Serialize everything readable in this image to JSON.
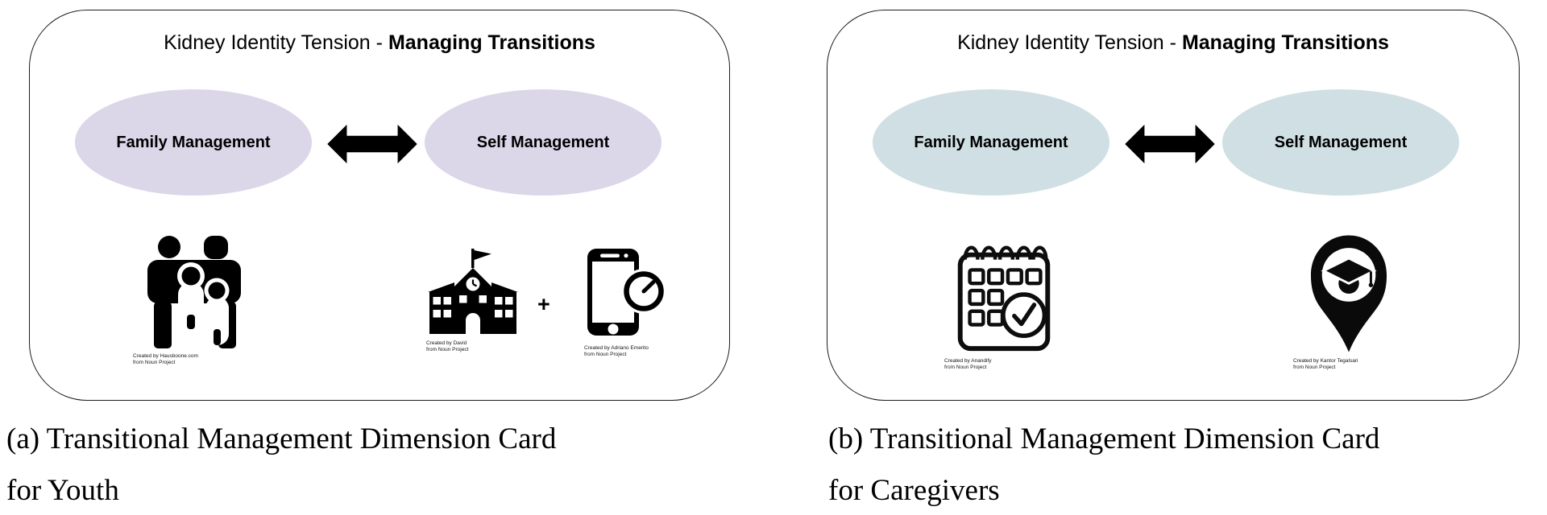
{
  "figure": {
    "background": "#ffffff",
    "cards": [
      {
        "title": {
          "regular": "Kidney Identity Tension - ",
          "bold": "Managing Transitions"
        },
        "ellipse_fill": "#dcd6e9",
        "left_ellipse_label": "Family Management",
        "right_ellipse_label": "Self Management",
        "plus_sign": "+",
        "credits": {
          "family": [
            "Created by Hausboone.com",
            "from Noun Project"
          ],
          "school": [
            "Created by David",
            "from Noun Project"
          ],
          "phone": [
            "Created by Adriano Emerito",
            "from Noun Project"
          ]
        },
        "caption": {
          "line1": "(a) Transitional Management Dimension Card",
          "line2": "for Youth"
        }
      },
      {
        "title": {
          "regular": "Kidney Identity Tension - ",
          "bold": "Managing Transitions"
        },
        "ellipse_fill": "#cfdfe3",
        "left_ellipse_label": "Family Management",
        "right_ellipse_label": "Self Management",
        "credits": {
          "calendar": [
            "Created by Anandify",
            "from Noun Project"
          ],
          "grad_pin": [
            "Created by Kantor Tegalsari",
            "from Noun Project"
          ]
        },
        "caption": {
          "line1": "(b) Transitional Management Dimension Card",
          "line2": "for Caregivers"
        }
      }
    ]
  }
}
